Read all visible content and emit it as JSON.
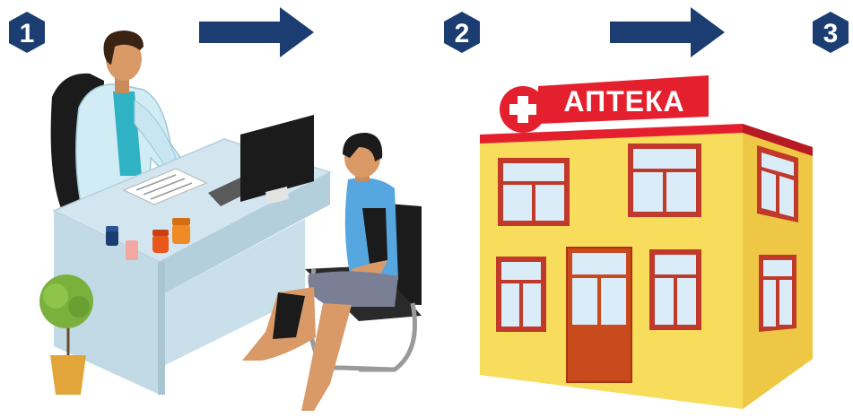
{
  "steps": [
    {
      "number": "1"
    },
    {
      "number": "2"
    },
    {
      "number": "3"
    }
  ],
  "pharmacy": {
    "sign_text": "АПТЕКА"
  },
  "colors": {
    "badge": "#1c3d72",
    "arrow": "#1c3d72",
    "sign_red": "#e5202e",
    "building_yellow": "#f8dc5c",
    "building_side": "#eec744",
    "window_frame": "#c0392b",
    "window_glass": "#d9ecf7",
    "desk": "#d3e6ef",
    "coat": "#d2ecf5",
    "shirt_blue": "#2fb3c4",
    "patient_top": "#56a7df"
  },
  "icons": [
    "hexagon-badge-icon",
    "right-arrow-icon",
    "medical-cross-icon"
  ]
}
